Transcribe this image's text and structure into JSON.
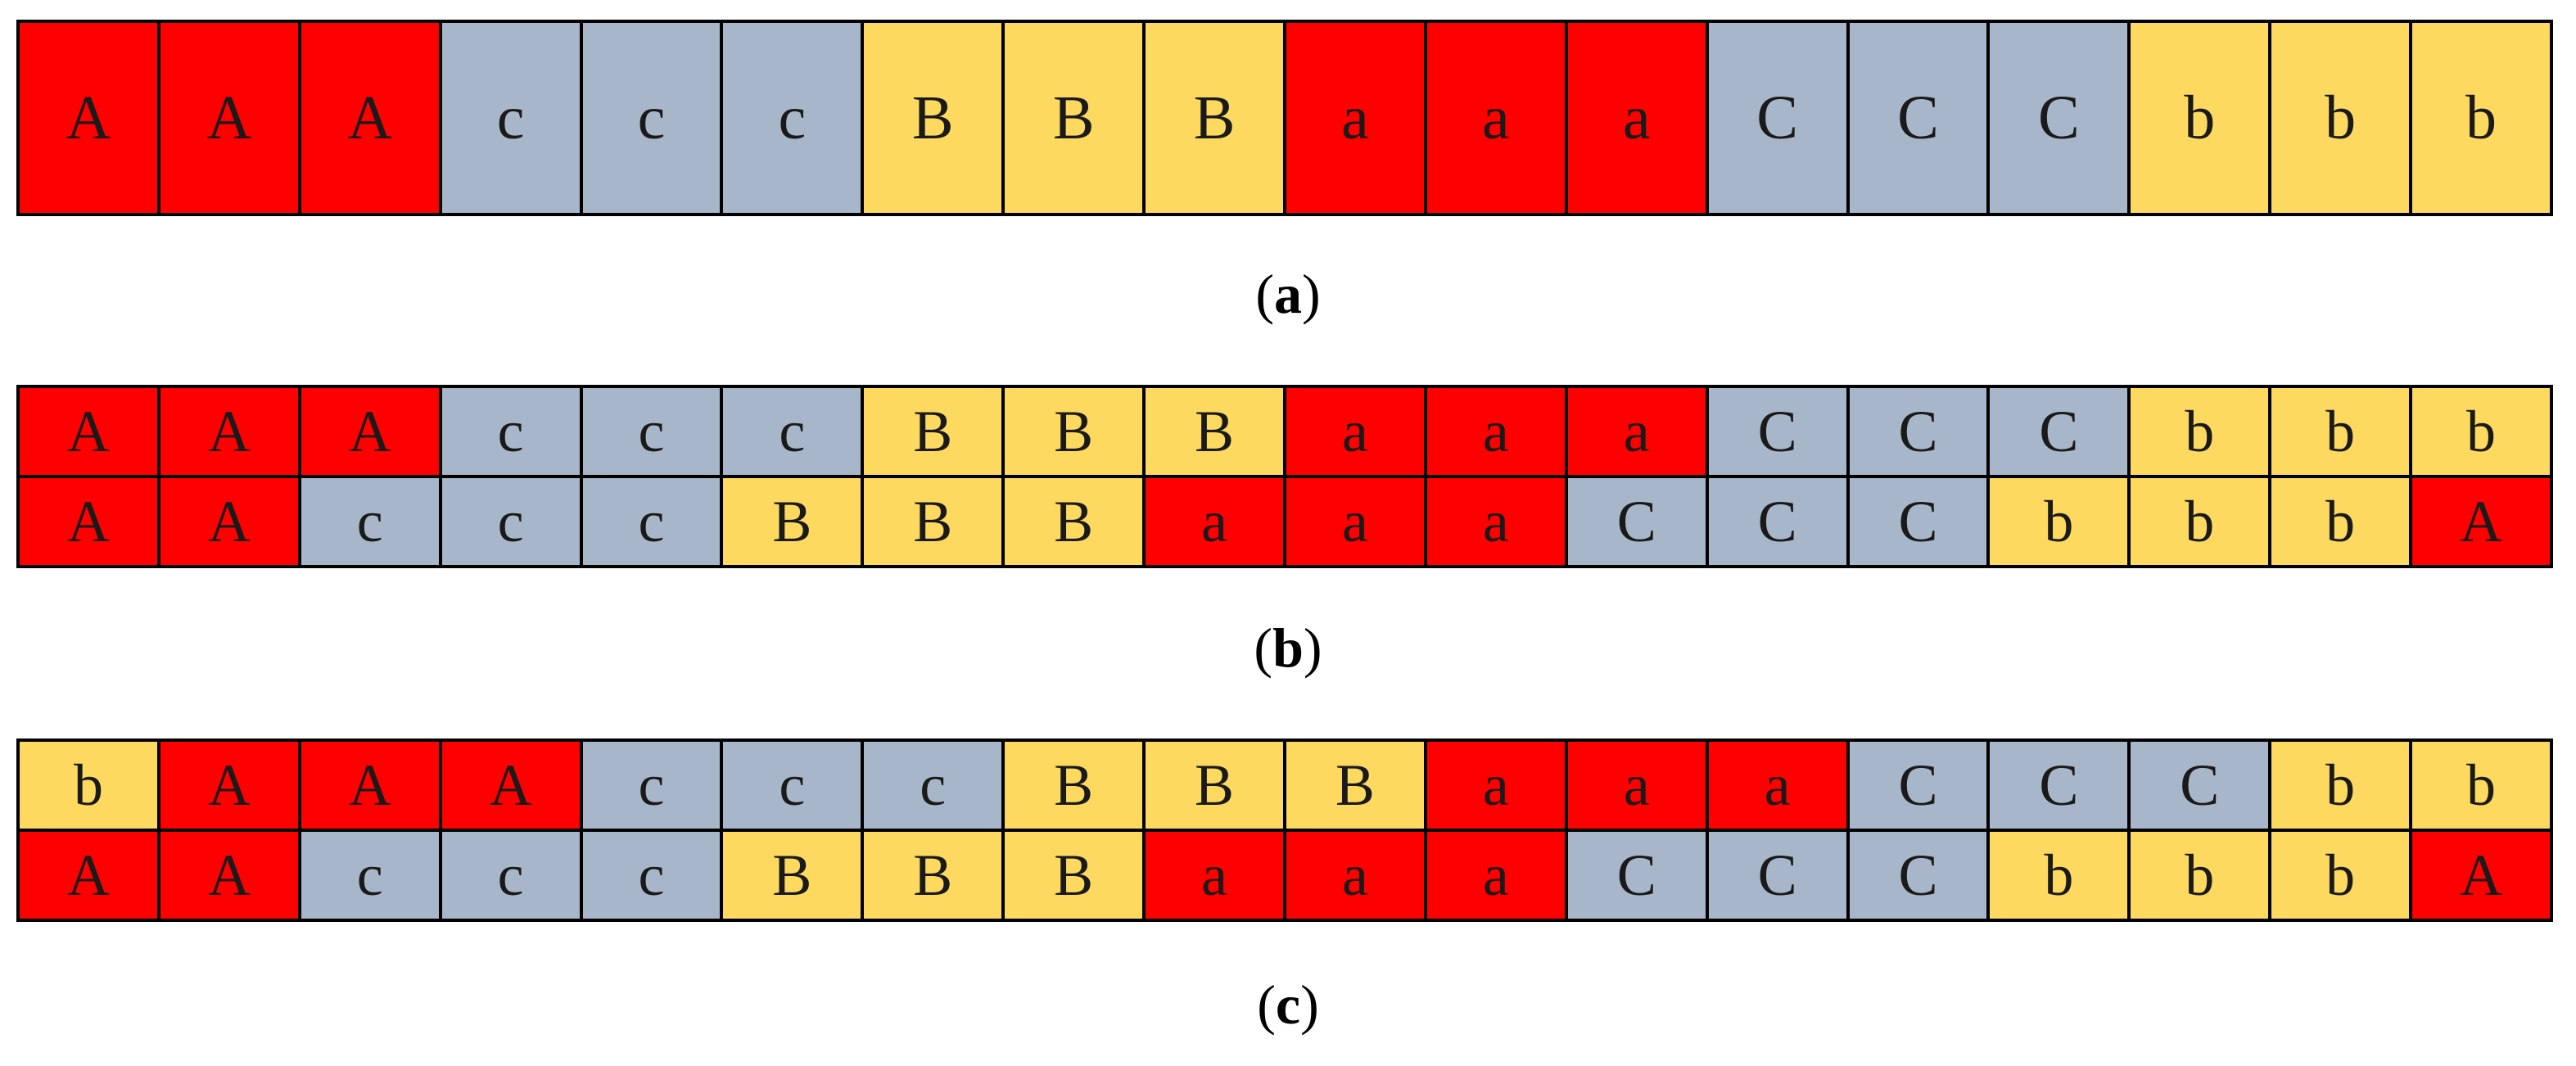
{
  "colors": {
    "R": "#fe0000",
    "G": "#a8b6c9",
    "Y": "#fed95f"
  },
  "panels": [
    {
      "caption_open": "(",
      "caption_letter": "a",
      "caption_close": ")",
      "rows": [
        {
          "labels": [
            "A",
            "A",
            "A",
            "c",
            "c",
            "c",
            "B",
            "B",
            "B",
            "a",
            "a",
            "a",
            "C",
            "C",
            "C",
            "b",
            "b",
            "b"
          ],
          "colors": [
            "R",
            "R",
            "R",
            "G",
            "G",
            "G",
            "Y",
            "Y",
            "Y",
            "R",
            "R",
            "R",
            "G",
            "G",
            "G",
            "Y",
            "Y",
            "Y"
          ]
        }
      ]
    },
    {
      "caption_open": "(",
      "caption_letter": "b",
      "caption_close": ")",
      "rows": [
        {
          "labels": [
            "A",
            "A",
            "A",
            "c",
            "c",
            "c",
            "B",
            "B",
            "B",
            "a",
            "a",
            "a",
            "C",
            "C",
            "C",
            "b",
            "b",
            "b"
          ],
          "colors": [
            "R",
            "R",
            "R",
            "G",
            "G",
            "G",
            "Y",
            "Y",
            "Y",
            "R",
            "R",
            "R",
            "G",
            "G",
            "G",
            "Y",
            "Y",
            "Y"
          ]
        },
        {
          "labels": [
            "A",
            "A",
            "c",
            "c",
            "c",
            "B",
            "B",
            "B",
            "a",
            "a",
            "a",
            "C",
            "C",
            "C",
            "b",
            "b",
            "b",
            "A"
          ],
          "colors": [
            "R",
            "R",
            "G",
            "G",
            "G",
            "Y",
            "Y",
            "Y",
            "R",
            "R",
            "R",
            "G",
            "G",
            "G",
            "Y",
            "Y",
            "Y",
            "R"
          ]
        }
      ]
    },
    {
      "caption_open": "(",
      "caption_letter": "c",
      "caption_close": ")",
      "rows": [
        {
          "labels": [
            "b",
            "A",
            "A",
            "A",
            "c",
            "c",
            "c",
            "B",
            "B",
            "B",
            "a",
            "a",
            "a",
            "C",
            "C",
            "C",
            "b",
            "b"
          ],
          "colors": [
            "Y",
            "R",
            "R",
            "R",
            "G",
            "G",
            "G",
            "Y",
            "Y",
            "Y",
            "R",
            "R",
            "R",
            "G",
            "G",
            "G",
            "Y",
            "Y"
          ]
        },
        {
          "labels": [
            "A",
            "A",
            "c",
            "c",
            "c",
            "B",
            "B",
            "B",
            "a",
            "a",
            "a",
            "C",
            "C",
            "C",
            "b",
            "b",
            "b",
            "A"
          ],
          "colors": [
            "R",
            "R",
            "G",
            "G",
            "G",
            "Y",
            "Y",
            "Y",
            "R",
            "R",
            "R",
            "G",
            "G",
            "G",
            "Y",
            "Y",
            "Y",
            "R"
          ]
        }
      ]
    }
  ]
}
